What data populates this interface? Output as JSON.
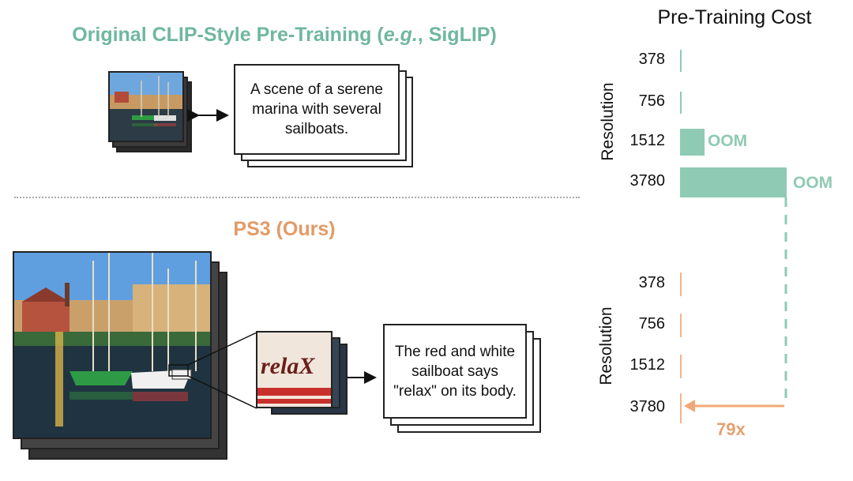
{
  "top": {
    "title": "Original CLIP-Style Pre-Training (e.g., SigLIP)",
    "title_parts": {
      "before": "Original CLIP-Style Pre-Training (",
      "italic": "e.g.",
      "after": ", SigLIP)"
    },
    "caption": "A scene of a serene marina with several sailboats.",
    "color": "#6fb7a0"
  },
  "ps3": {
    "title": "PS3 (Ours)",
    "caption": "The red and white sailboat says \"relax\" on its body.",
    "crop_text": "relaX",
    "color": "#e39a66"
  },
  "cost": {
    "title": "Pre-Training Cost",
    "axis_label": "Resolution",
    "oom_label": "OOM",
    "speedup_label": "79x"
  },
  "chart_data": [
    {
      "type": "bar",
      "orientation": "horizontal",
      "title": "Pre-Training Cost",
      "ylabel": "Resolution",
      "categories": [
        "378",
        "756",
        "1512",
        "3780"
      ],
      "series": [
        {
          "values": [
            0.3,
            1.5,
            23,
            100
          ]
        }
      ],
      "annotations": [
        "OOM",
        "OOM"
      ],
      "color": "#8fcab4"
    },
    {
      "type": "bar",
      "orientation": "horizontal",
      "ylabel": "Resolution",
      "categories": [
        "378",
        "756",
        "1512",
        "3780"
      ],
      "series": [
        {
          "values": [
            0.3,
            0.6,
            0.9,
            1.3
          ]
        }
      ],
      "annotations": [
        "79x"
      ],
      "color": "#f2b58a"
    }
  ]
}
